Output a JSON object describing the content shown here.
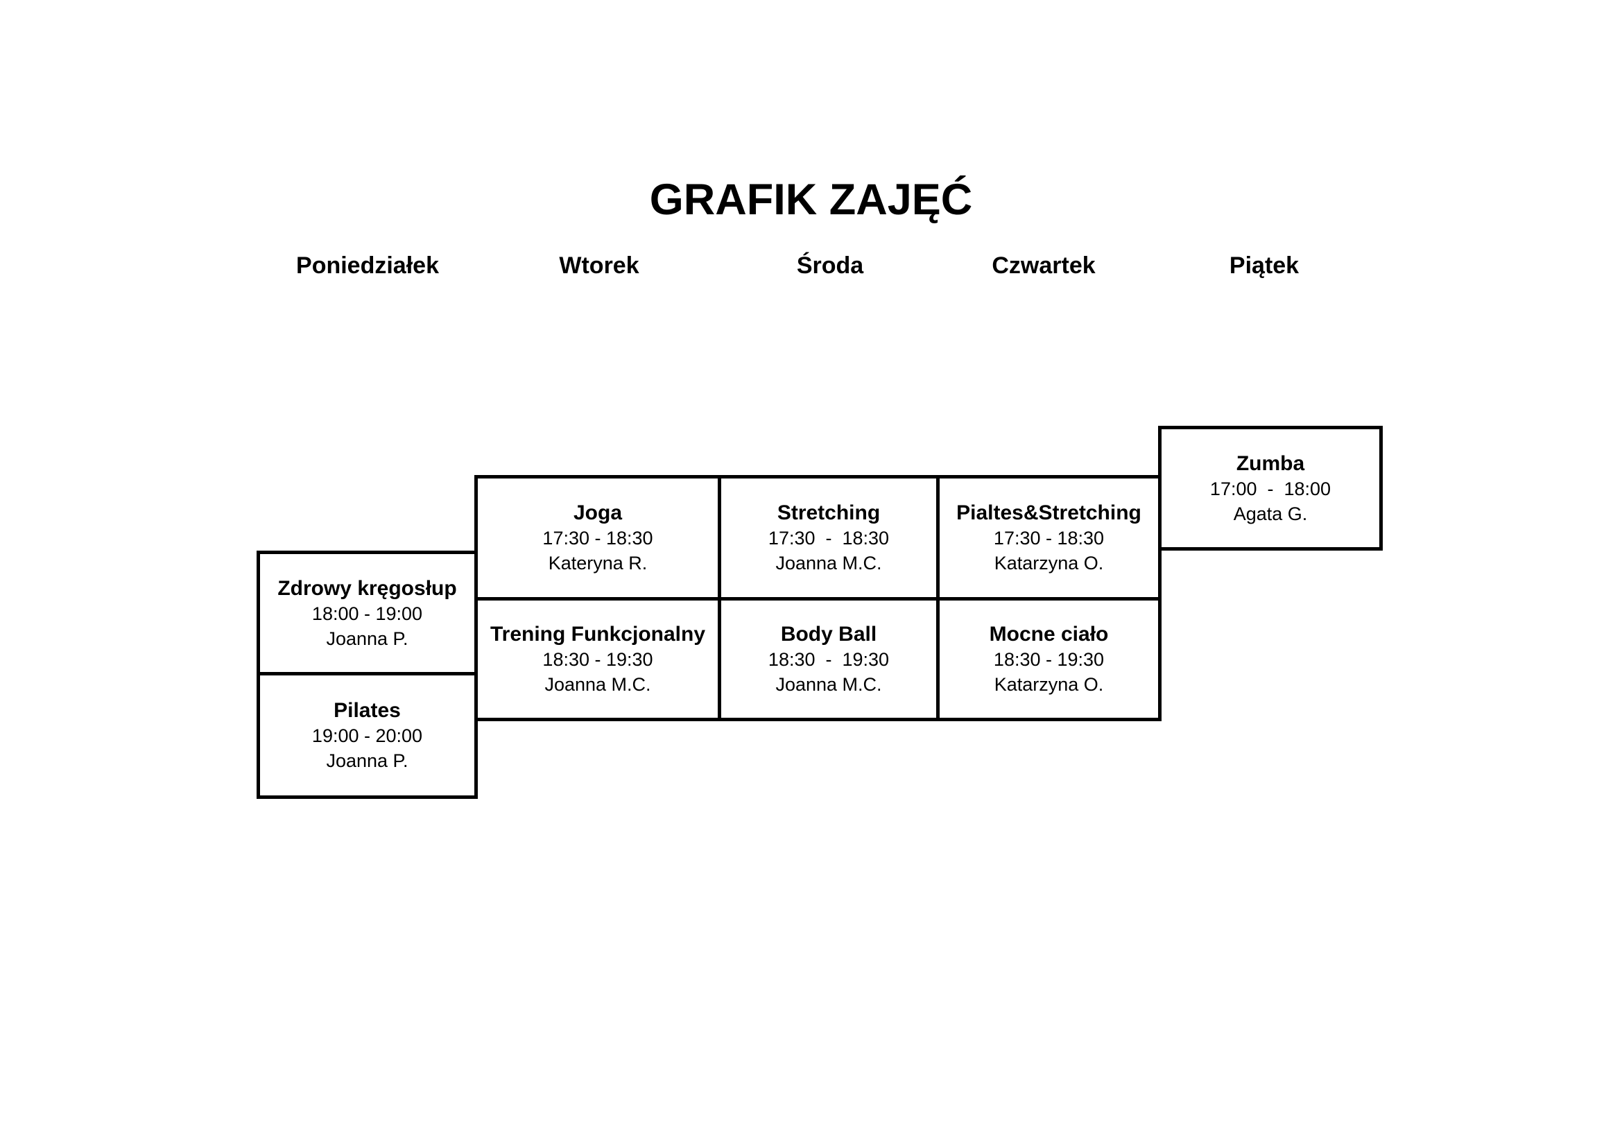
{
  "title": "GRAFIK ZAJĘĆ",
  "colors": {
    "background": "#ffffff",
    "text": "#000000",
    "border": "#000000"
  },
  "day_headers": [
    "Poniedziałek",
    "Wtorek",
    "Środa",
    "Czwartek",
    "Piątek"
  ],
  "classes": [
    {
      "day": "Piątek",
      "name": "Zumba",
      "time": "17:00  -  18:00",
      "instructor": "Agata G."
    },
    {
      "day": "Wtorek",
      "name": "Joga",
      "time": "17:30 - 18:30",
      "instructor": "Kateryna R."
    },
    {
      "day": "Środa",
      "name": "Stretching",
      "time": "17:30  -  18:30",
      "instructor": "Joanna M.C."
    },
    {
      "day": "Czwartek",
      "name": "Pialtes&Stretching",
      "time": "17:30 - 18:30",
      "instructor": "Katarzyna O."
    },
    {
      "day": "Poniedziałek",
      "name": "Zdrowy kręgosłup",
      "time": "18:00 - 19:00",
      "instructor": "Joanna P."
    },
    {
      "day": "Wtorek",
      "name": "Trening Funkcjonalny",
      "time": "18:30 - 19:30",
      "instructor": "Joanna M.C."
    },
    {
      "day": "Środa",
      "name": "Body Ball",
      "time": "18:30  -  19:30",
      "instructor": "Joanna M.C."
    },
    {
      "day": "Czwartek",
      "name": "Mocne ciało",
      "time": "18:30 - 19:30",
      "instructor": "Katarzyna O."
    },
    {
      "day": "Poniedziałek",
      "name": "Pilates",
      "time": "19:00 - 20:00",
      "instructor": "Joanna P."
    }
  ]
}
